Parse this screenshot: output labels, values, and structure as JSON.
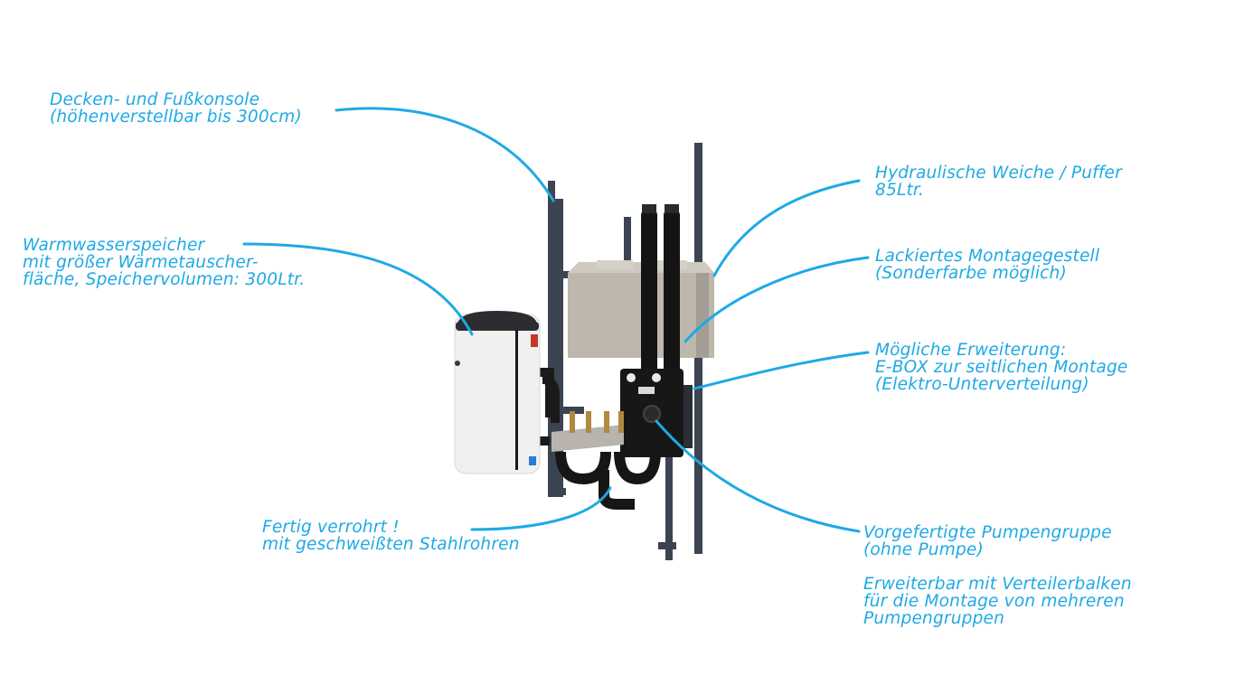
{
  "accent_color": "#1ea9e6",
  "callouts": {
    "ceiling_floor_bracket": {
      "line1": "Decken- und Fußkonsole",
      "line2": "(höhenverstellbar bis 300cm)"
    },
    "hot_water_tank": {
      "line1": "Warmwasserspeicher",
      "line2": "mit größer Wärmetauscher-",
      "line3": "fläche,  Speichervolumen: 300Ltr."
    },
    "piping": {
      "line1": "Fertig verrohrt !",
      "line2": "mit geschweißten Stahlrohren"
    },
    "hydraulic_separator": {
      "line1": "Hydraulische Weiche / Puffer",
      "line2": "85Ltr."
    },
    "frame": {
      "line1": "Lackiertes Montagegestell",
      "line2": "(Sonderfarbe möglich)"
    },
    "ebox": {
      "line1": "Mögliche Erweiterung:",
      "line2": "E-BOX zur seitlichen Montage",
      "line3": "(Elektro-Unterverteilung)"
    },
    "pump_group": {
      "line1": "Vorgefertigte Pumpengruppe",
      "line2": "(ohne Pumpe)",
      "line3": "Erweiterbar mit Verteilerbalken",
      "line4": "für die Montage von mehreren",
      "line5": "Pumpengruppen"
    }
  }
}
